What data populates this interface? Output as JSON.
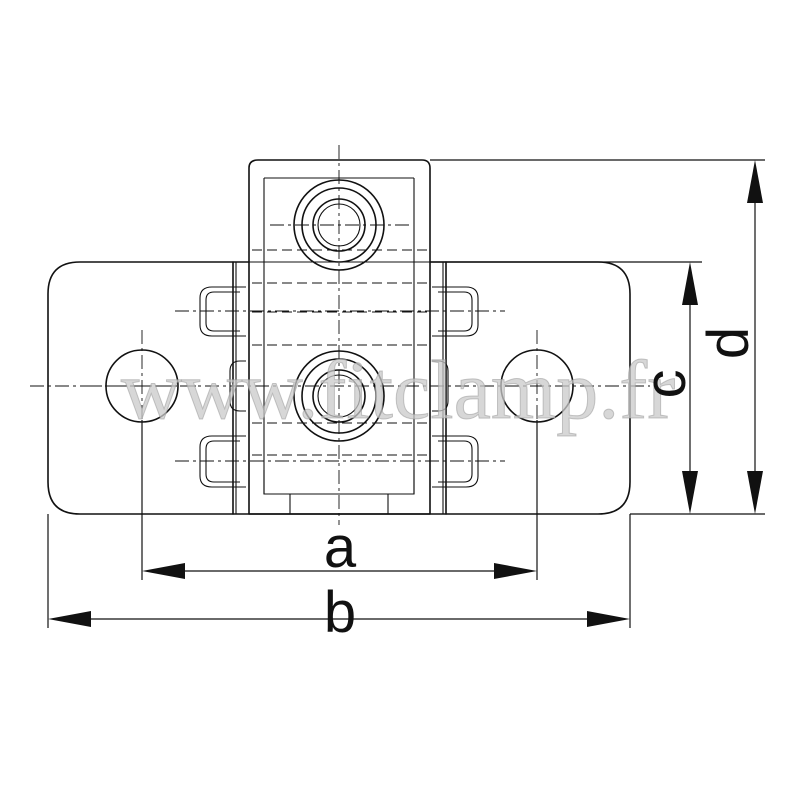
{
  "dimensions": {
    "a": "a",
    "b": "b",
    "c": "c",
    "d": "d"
  },
  "watermark": "www.fitclamp.fr",
  "colors": {
    "line": "#111111",
    "watermark": "#c9c9c9",
    "background": "#ffffff"
  }
}
